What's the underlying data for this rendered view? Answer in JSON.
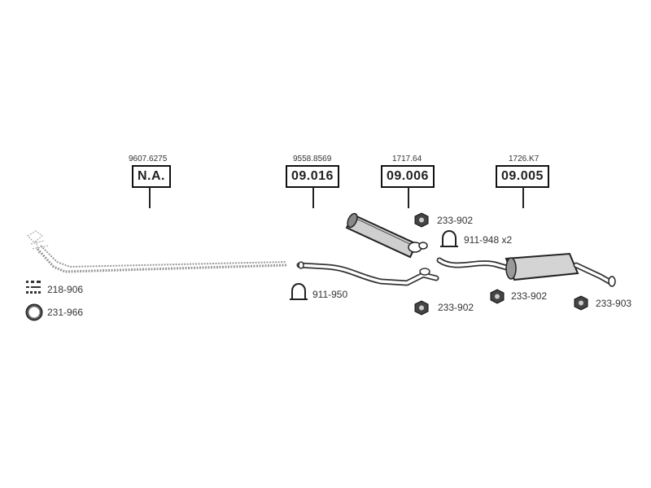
{
  "groups": [
    {
      "oe_number": "9607.6275",
      "reference": "N.A."
    },
    {
      "oe_number": "9558.8569",
      "reference": "09.016"
    },
    {
      "oe_number": "1717.64",
      "reference": "09.006"
    },
    {
      "oe_number": "1726.K7",
      "reference": "09.005"
    }
  ],
  "parts": {
    "fitting_set": "218-906",
    "seal_ring": "231-966",
    "clamp_front": "911-950",
    "clamp_middle": "911-948 x2",
    "nut_top": "233-902",
    "nut_bottom": "233-902",
    "nut_rear_left": "233-902",
    "nut_rear_right": "233-903"
  }
}
